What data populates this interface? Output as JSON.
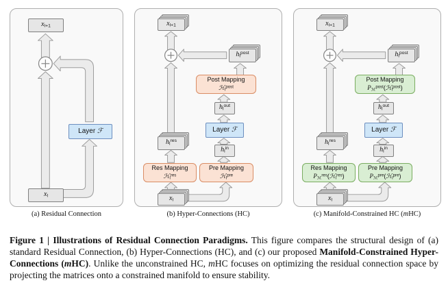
{
  "panel_captions": {
    "a": "(a) Residual Connection",
    "b": "(b) Hyper-Connections (HC)",
    "c": [
      {
        "t": "m",
        "v": "(c) Manifold-Constrained HC ("
      },
      {
        "t": "i",
        "v": "m"
      },
      {
        "t": "m",
        "v": "HC)"
      }
    ]
  },
  "panels": {
    "a": {
      "x_out": [
        {
          "t": "i",
          "v": "x"
        },
        {
          "t": "sub",
          "v": "l+1"
        }
      ],
      "x_in": [
        {
          "t": "i",
          "v": "x"
        },
        {
          "t": "sub",
          "v": "l"
        }
      ],
      "layer": [
        {
          "t": "m",
          "v": "Layer "
        },
        {
          "t": "i",
          "v": "ℱ"
        }
      ]
    },
    "b": {
      "x_out": [
        {
          "t": "i",
          "v": "x"
        },
        {
          "t": "sub",
          "v": "l+1"
        }
      ],
      "x_in": [
        {
          "t": "i",
          "v": "x"
        },
        {
          "t": "sub",
          "v": "l"
        }
      ],
      "h_res": [
        {
          "t": "i",
          "v": "h"
        },
        {
          "t": "sub",
          "v": "l"
        },
        {
          "t": "sup",
          "v": "res"
        }
      ],
      "h_in": [
        {
          "t": "i",
          "v": "h"
        },
        {
          "t": "sub",
          "v": "l"
        },
        {
          "t": "sup",
          "v": "in"
        }
      ],
      "h_out": [
        {
          "t": "i",
          "v": "h"
        },
        {
          "t": "sub",
          "v": "l"
        },
        {
          "t": "sup",
          "v": "out"
        }
      ],
      "h_post": [
        {
          "t": "i",
          "v": "h"
        },
        {
          "t": "sub",
          "v": "l"
        },
        {
          "t": "sup",
          "v": "post"
        }
      ],
      "layer": [
        {
          "t": "m",
          "v": "Layer "
        },
        {
          "t": "i",
          "v": "ℱ"
        }
      ],
      "res_title": "Res Mapping",
      "res_formula": [
        {
          "t": "i",
          "v": "ℋ"
        },
        {
          "t": "sub",
          "v": "l"
        },
        {
          "t": "sup",
          "v": "res"
        }
      ],
      "pre_title": "Pre Mapping",
      "pre_formula": [
        {
          "t": "i",
          "v": "ℋ"
        },
        {
          "t": "sub",
          "v": "l"
        },
        {
          "t": "sup",
          "v": "pre"
        }
      ],
      "post_title": "Post Mapping",
      "post_formula": [
        {
          "t": "i",
          "v": "ℋ"
        },
        {
          "t": "sub",
          "v": "l"
        },
        {
          "t": "sup",
          "v": "post"
        }
      ]
    },
    "c": {
      "x_out": [
        {
          "t": "i",
          "v": "x"
        },
        {
          "t": "sub",
          "v": "l+1"
        }
      ],
      "x_in": [
        {
          "t": "i",
          "v": "x"
        },
        {
          "t": "sub",
          "v": "l"
        }
      ],
      "h_res": [
        {
          "t": "i",
          "v": "h"
        },
        {
          "t": "sub",
          "v": "l"
        },
        {
          "t": "sup",
          "v": "res"
        }
      ],
      "h_in": [
        {
          "t": "i",
          "v": "h"
        },
        {
          "t": "sub",
          "v": "l"
        },
        {
          "t": "sup",
          "v": "in"
        }
      ],
      "h_out": [
        {
          "t": "i",
          "v": "h"
        },
        {
          "t": "sub",
          "v": "l"
        },
        {
          "t": "sup",
          "v": "out"
        }
      ],
      "h_post": [
        {
          "t": "i",
          "v": "h"
        },
        {
          "t": "sub",
          "v": "l"
        },
        {
          "t": "sup",
          "v": "post"
        }
      ],
      "layer": [
        {
          "t": "m",
          "v": "Layer "
        },
        {
          "t": "i",
          "v": "ℱ"
        }
      ],
      "res_title": "Res Mapping",
      "res_formula": [
        {
          "t": "i",
          "v": "P"
        },
        {
          "t": "sub",
          "v": "ℳ"
        },
        {
          "t": "sup",
          "v": "res"
        },
        {
          "t": "m",
          "v": "("
        },
        {
          "t": "i",
          "v": "ℋ"
        },
        {
          "t": "sub",
          "v": "l"
        },
        {
          "t": "sup",
          "v": "res"
        },
        {
          "t": "m",
          "v": ")"
        }
      ],
      "pre_title": "Pre Mapping",
      "pre_formula": [
        {
          "t": "i",
          "v": "P"
        },
        {
          "t": "sub",
          "v": "ℳ"
        },
        {
          "t": "sup",
          "v": "pre"
        },
        {
          "t": "m",
          "v": "("
        },
        {
          "t": "i",
          "v": "ℋ"
        },
        {
          "t": "sub",
          "v": "l"
        },
        {
          "t": "sup",
          "v": "pre"
        },
        {
          "t": "m",
          "v": ")"
        }
      ],
      "post_title": "Post Mapping",
      "post_formula": [
        {
          "t": "i",
          "v": "P"
        },
        {
          "t": "sub",
          "v": "ℳ"
        },
        {
          "t": "sup",
          "v": "post"
        },
        {
          "t": "m",
          "v": "("
        },
        {
          "t": "i",
          "v": "ℋ"
        },
        {
          "t": "sub",
          "v": "l"
        },
        {
          "t": "sup",
          "v": "post"
        },
        {
          "t": "m",
          "v": ")"
        }
      ]
    }
  },
  "caption": [
    {
      "t": "b",
      "v": "Figure 1 | "
    },
    {
      "t": "b",
      "v": "Illustrations of Residual Connection Paradigms."
    },
    {
      "t": "m",
      "v": " This figure compares the structural design of (a) standard Residual Connection, (b) Hyper-Connections (HC), and (c) our proposed "
    },
    {
      "t": "b",
      "v": "Manifold-Constrained Hyper-Connections ("
    },
    {
      "t": "bi",
      "v": "m"
    },
    {
      "t": "b",
      "v": "HC)"
    },
    {
      "t": "m",
      "v": ". Unlike the unconstrained HC, "
    },
    {
      "t": "i",
      "v": "m"
    },
    {
      "t": "m",
      "v": "HC focuses on optimizing the residual connection space by projecting the matrices onto a constrained manifold to ensure stability."
    }
  ]
}
